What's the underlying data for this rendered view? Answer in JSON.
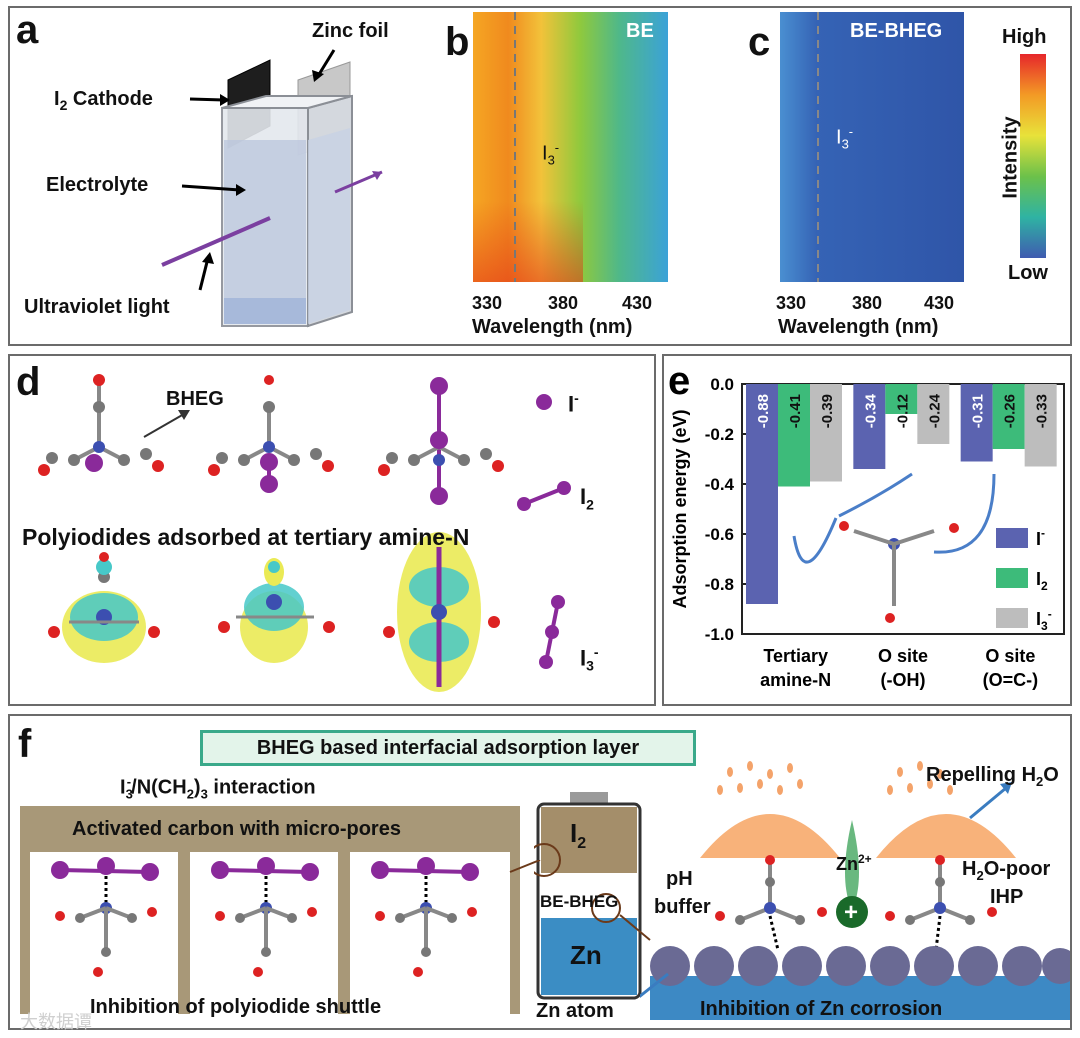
{
  "panel_a": {
    "label": "a",
    "zinc_foil": "Zinc foil",
    "cathode": "I",
    "cathode_sub": "2",
    "cathode_rest": " Cathode",
    "electrolyte": "Electrolyte",
    "uv": "Ultraviolet light"
  },
  "panel_b": {
    "label": "b",
    "tag": "BE",
    "species": "I",
    "species_sub": "3",
    "species_sup": "-",
    "ticks": [
      "330",
      "380",
      "430"
    ],
    "xlabel": "Wavelength (nm)"
  },
  "panel_c": {
    "label": "c",
    "tag": "BE-BHEG",
    "species": "I",
    "species_sub": "3",
    "species_sup": "-",
    "ticks": [
      "330",
      "380",
      "430"
    ],
    "xlabel": "Wavelength (nm)",
    "cbar_high": "High",
    "cbar_low": "Low",
    "cbar_title": "Intensity"
  },
  "panel_d": {
    "label": "d",
    "bheg": "BHEG",
    "iminus": "I",
    "iminus_sup": "-",
    "i2": "I",
    "i2_sub": "2",
    "i3": "I",
    "i3_sub": "3",
    "i3_sup": "-",
    "caption": "Polyiodides adsorbed at tertiary amine-N"
  },
  "panel_f": {
    "label": "f",
    "title": "BHEG based interfacial adsorption layer",
    "interaction": "I",
    "interaction_sub": "3",
    "interaction_sup": "-",
    "interaction_rest": "/N(CH",
    "interaction_sub2": "2",
    "interaction_rest2": ")",
    "interaction_sub3": "3",
    "interaction_rest3": " interaction",
    "carbon": "Activated carbon with micro-pores",
    "shuttle": "Inhibition of polyiodide shuttle",
    "battery_top": "I",
    "battery_top_sub": "2",
    "battery_mid": "BE-BHEG",
    "battery_bot": "Zn",
    "zn_atom": "Zn atom",
    "corrosion": "Inhibition of Zn corrosion",
    "repel": "Repelling H",
    "repel_sub": "2",
    "repel_rest": "O",
    "ph1": "pH",
    "ph2": "buffer",
    "zn2": "Zn",
    "zn2_sup": "2+",
    "plus": "+",
    "poor1": "H",
    "poor1_sub": "2",
    "poor1_rest": "O-poor",
    "poor2": "IHP",
    "watermark": "大数据谭"
  },
  "chart_data": {
    "type": "bar",
    "panel": "e",
    "categories": [
      [
        "Tertiary",
        "amine-N"
      ],
      [
        "O site",
        "(-OH)"
      ],
      [
        "O site",
        "(O=C-)"
      ]
    ],
    "series": [
      {
        "name": "I-",
        "legend": "I",
        "legend_sup": "-",
        "color": "#5b63b0",
        "values": [
          -0.88,
          -0.34,
          -0.31
        ]
      },
      {
        "name": "I2",
        "legend": "I",
        "legend_sub": "2",
        "color": "#3dbb7a",
        "values": [
          -0.41,
          -0.12,
          -0.26
        ]
      },
      {
        "name": "I3-",
        "legend": "I",
        "legend_sub": "3",
        "legend_sup": "-",
        "color": "#bdbdbd",
        "values": [
          -0.39,
          -0.24,
          -0.33
        ]
      }
    ],
    "labels": [
      [
        "-0.88",
        "-0.41",
        "-0.39"
      ],
      [
        "-0.34",
        "-0.12",
        "-0.24"
      ],
      [
        "-0.31",
        "-0.26",
        "-0.33"
      ]
    ],
    "ylabel": "Adsorption energy (eV)",
    "ylim": [
      -1.0,
      0.0
    ],
    "yticks": [
      "0.0",
      "-0.2",
      "-0.4",
      "-0.6",
      "-0.8",
      "-1.0"
    ],
    "legend_position": "right"
  }
}
